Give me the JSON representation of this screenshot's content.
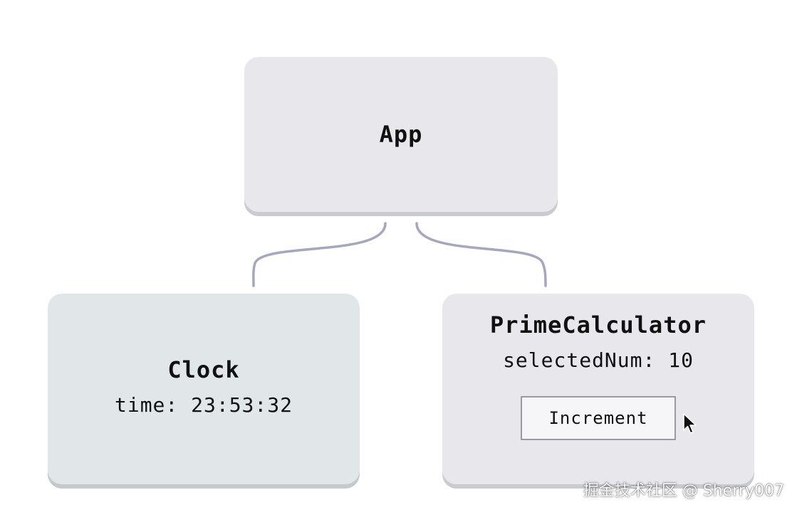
{
  "diagram": {
    "root": {
      "title": "App"
    },
    "children": [
      {
        "title": "Clock",
        "state_text": "time: 23:53:32"
      },
      {
        "title": "PrimeCalculator",
        "state_text": "selectedNum: 10",
        "button_label": "Increment"
      }
    ],
    "connector_color": "#a3a8be"
  },
  "colors": {
    "node_gray": "#e8e8ec",
    "node_teal": "#e1e7e8",
    "text": "#111111"
  },
  "icons": {
    "pointer": "mouse-pointer-icon"
  },
  "watermark": "掘金技术社区 @ Sherry007"
}
